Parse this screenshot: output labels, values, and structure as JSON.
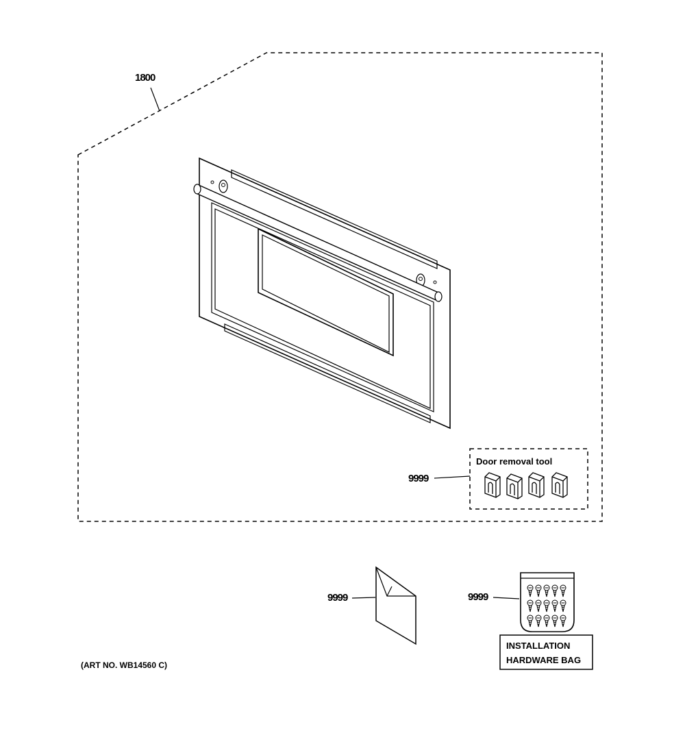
{
  "callouts": {
    "assembly": "1800",
    "door_tool": "9999",
    "literature": "9999",
    "hardware": "9999"
  },
  "door_tool_box": {
    "title": "Door removal tool"
  },
  "hardware_bag": {
    "line1": "INSTALLATION",
    "line2": "HARDWARE BAG"
  },
  "art_number": "(ART NO. WB14560 C)"
}
